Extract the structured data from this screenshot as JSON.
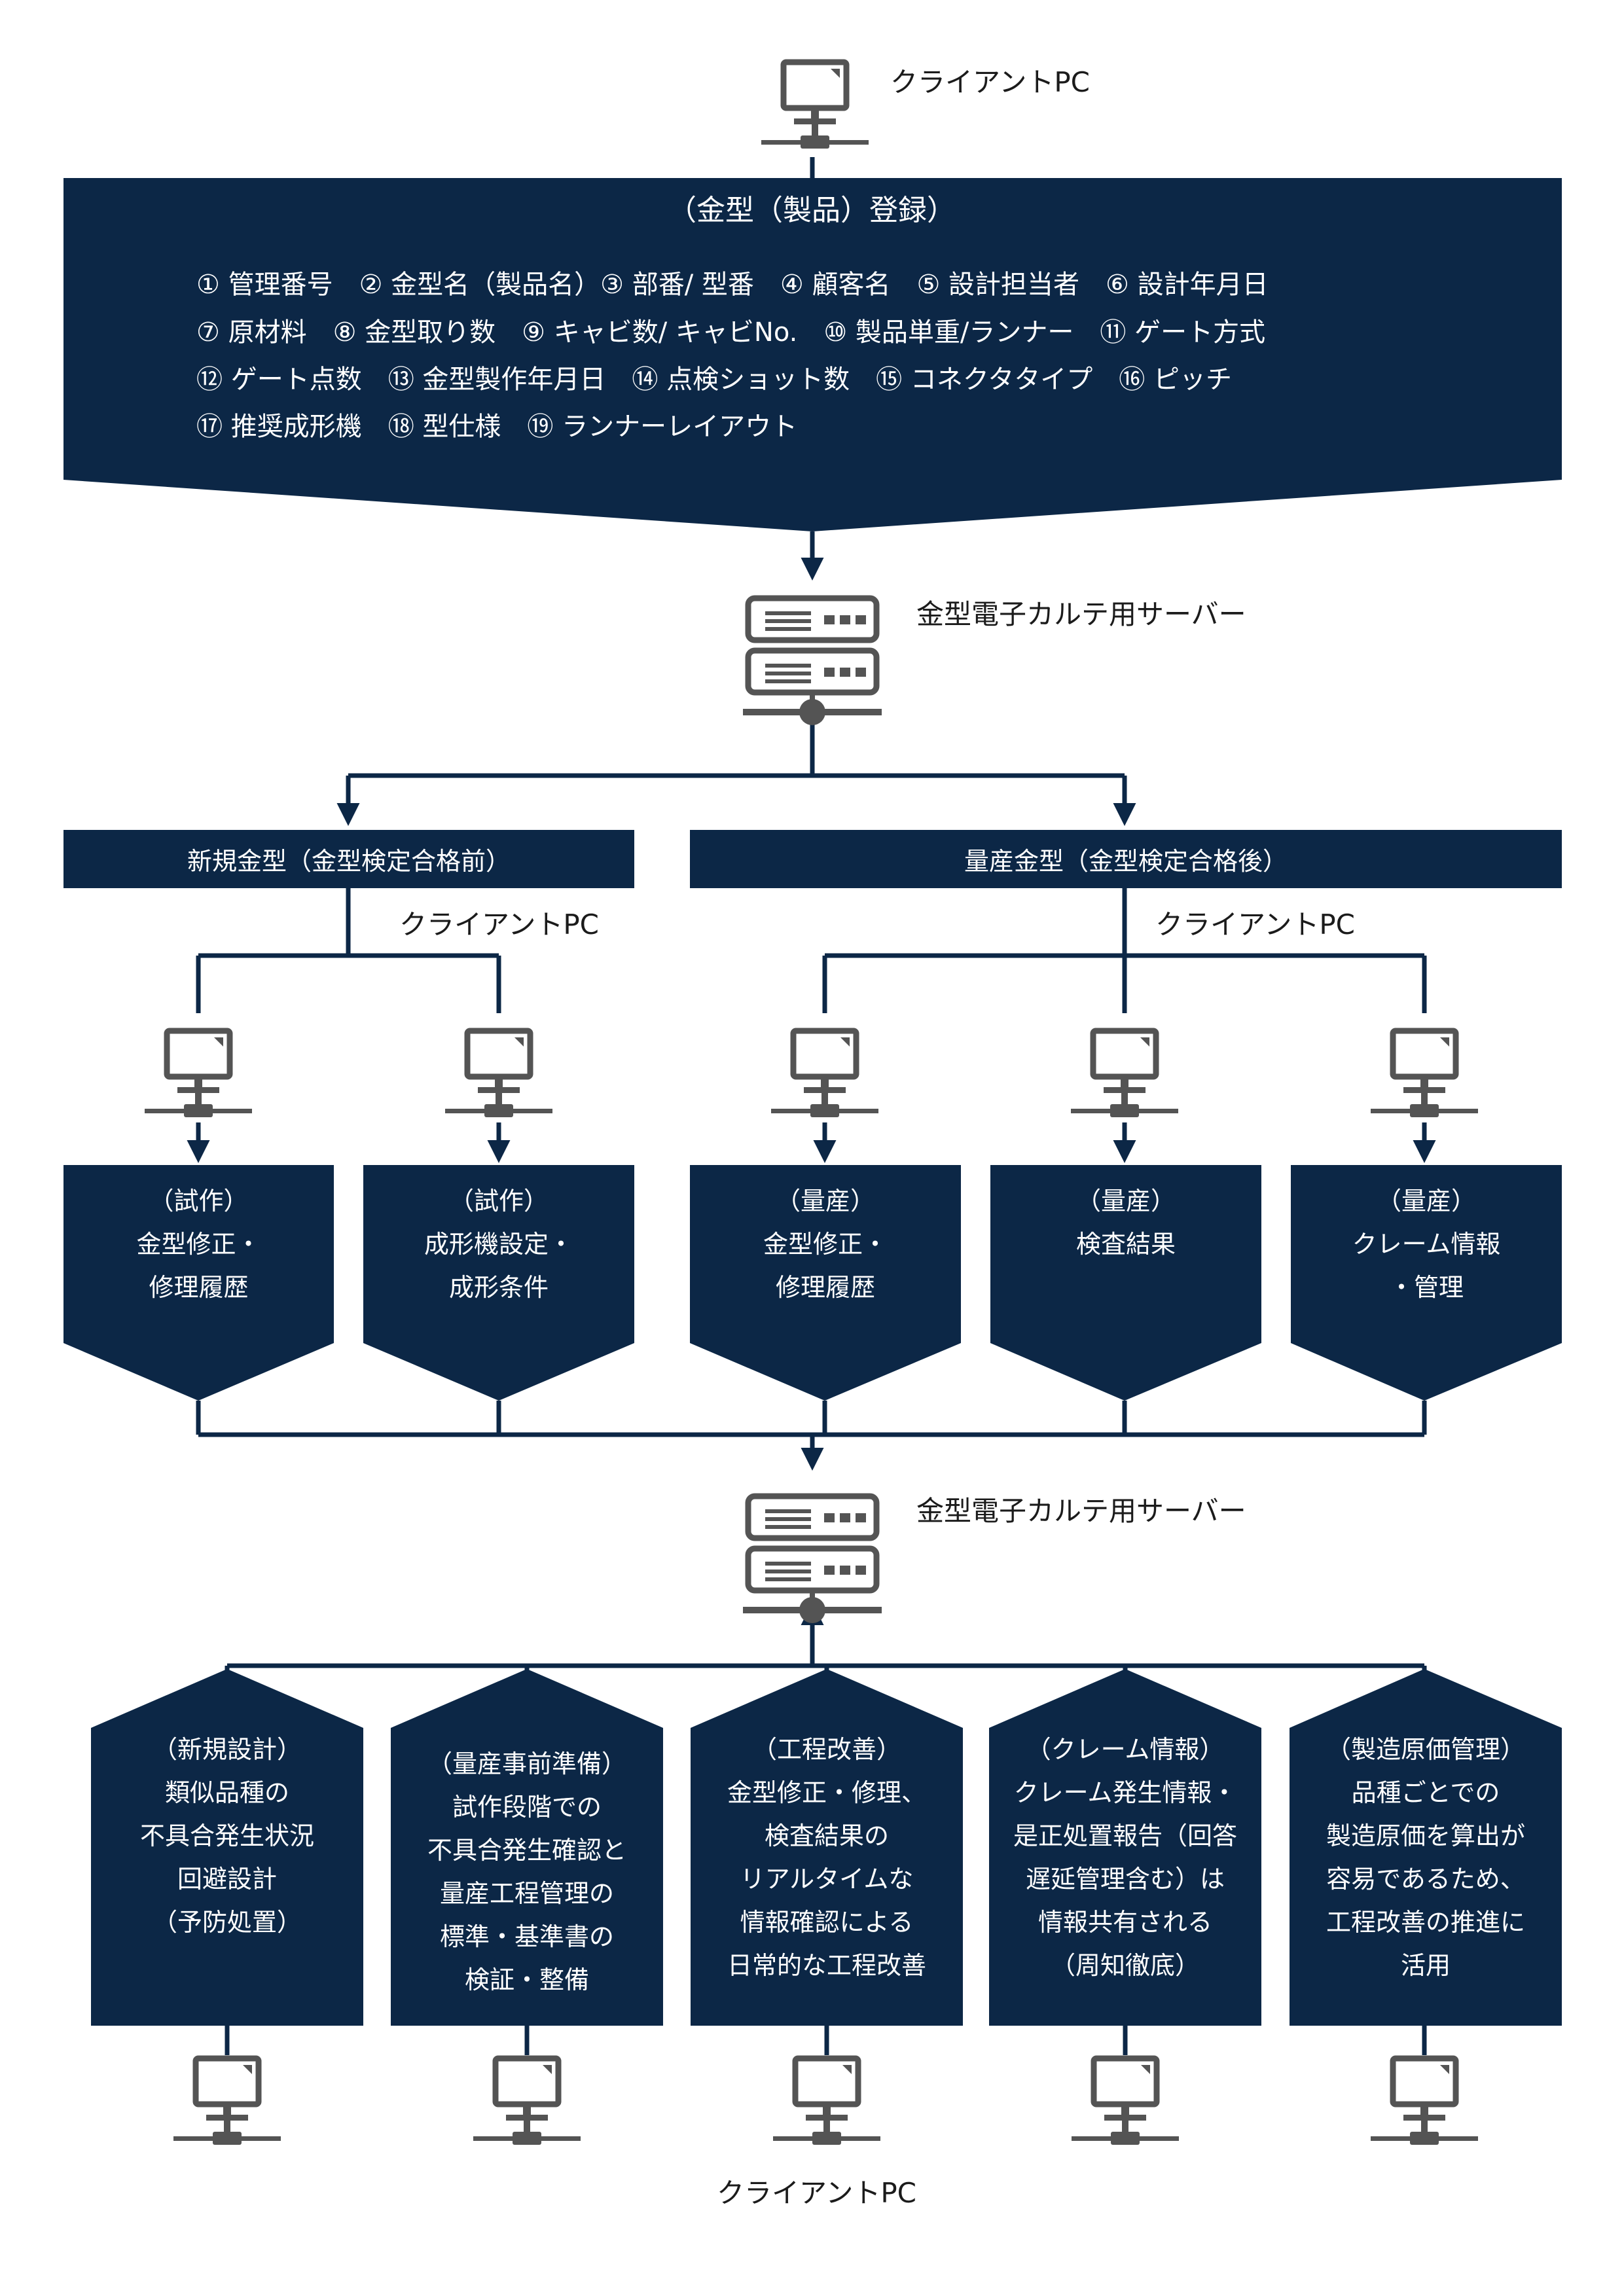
{
  "colors": {
    "navy": "#0c2746",
    "line": "#0c2746",
    "icon": "#545454",
    "text": "#1b1b1b",
    "white": "#ffffff"
  },
  "labels": {
    "client_pc": "クライアントPC",
    "server": "金型電子カルテ用サーバー"
  },
  "registration": {
    "title": "（金型（製品）登録）",
    "rows": [
      "① 管理番号　② 金型名（製品名）③ 部番/ 型番　④ 顧客名　⑤ 設計担当者　⑥ 設計年月日",
      "⑦ 原材料　⑧ 金型取り数　⑨ キャビ数/ キャビNo.　⑩ 製品単重/ランナー　⑪ ゲート方式",
      "⑫ ゲート点数　⑬ 金型製作年月日　⑭ 点検ショット数　⑮ コネクタタイプ　⑯ ピッチ",
      "⑰ 推奨成形機　⑱ 型仕様　⑲ ランナーレイアウト"
    ]
  },
  "headers": {
    "new_mold": "新規金型（金型検定合格前）",
    "mass_mold": "量産金型（金型検定合格後）"
  },
  "middle_boxes": [
    {
      "lines": [
        "（試作）",
        "金型修正・",
        "修理履歴"
      ]
    },
    {
      "lines": [
        "（試作）",
        "成形機設定・",
        "成形条件"
      ]
    },
    {
      "lines": [
        "（量産）",
        "金型修正・",
        "修理履歴"
      ]
    },
    {
      "lines": [
        "（量産）",
        "検査結果"
      ]
    },
    {
      "lines": [
        "（量産）",
        "クレーム情報",
        "・管理"
      ]
    }
  ],
  "bottom_boxes": [
    {
      "lines": [
        "（新規設計）",
        "類似品種の",
        "不具合発生状況",
        "回避設計",
        "（予防処置）"
      ]
    },
    {
      "lines": [
        "（量産事前準備）",
        "試作段階での",
        "不具合発生確認と",
        "量産工程管理の",
        "標準・基準書の",
        "検証・整備"
      ]
    },
    {
      "lines": [
        "（工程改善）",
        "金型修正・修理、",
        "検査結果の",
        "リアルタイムな",
        "情報確認による",
        "日常的な工程改善"
      ]
    },
    {
      "lines": [
        "（クレーム情報）",
        "クレーム発生情報・",
        "是正処置報告（回答",
        "遅延管理含む）は",
        "情報共有される",
        "（周知徹底）"
      ]
    },
    {
      "lines": [
        "（製造原価管理）",
        "品種ごとでの",
        "製造原価を算出が",
        "容易であるため、",
        "工程改善の推進に",
        "活用"
      ]
    }
  ]
}
